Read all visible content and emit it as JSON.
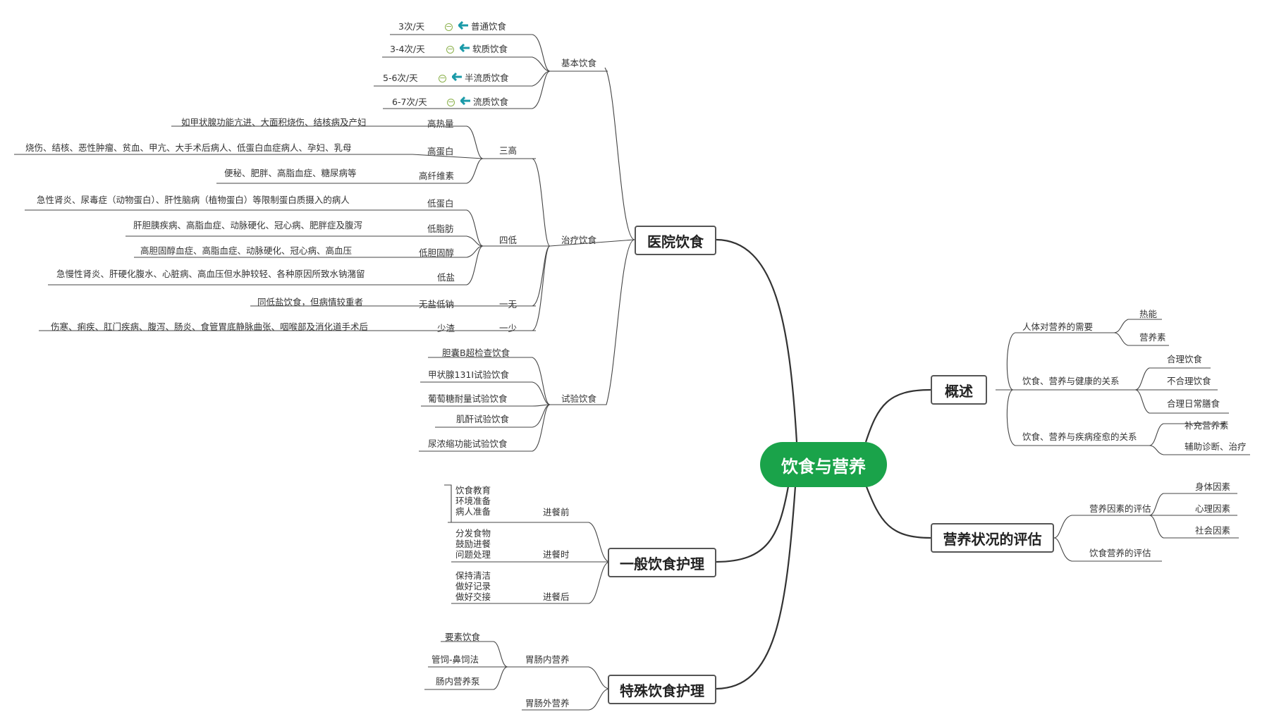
{
  "root": "饮食与营养",
  "colors": {
    "root": "#1aa34a",
    "line": "#444444",
    "arrow": "#1a9aa8",
    "minus": "#8ab04a"
  },
  "hospital": {
    "title": "医院饮食",
    "basic": {
      "label": "基本饮食",
      "items": [
        {
          "freq": "3次/天",
          "name": "普通饮食"
        },
        {
          "freq": "3-4次/天",
          "name": "软质饮食"
        },
        {
          "freq": "5-6次/天",
          "name": "半流质饮食"
        },
        {
          "freq": "6-7次/天",
          "name": "流质饮食"
        }
      ]
    },
    "therapy": {
      "label": "治疗饮食",
      "three_high": {
        "label": "三高",
        "items": [
          {
            "name": "高热量",
            "desc": "如甲状腺功能亢进、大面积烧伤、结核病及产妇"
          },
          {
            "name": "高蛋白",
            "desc": "烧伤、结核、恶性肿瘤、贫血、甲亢、大手术后病人、低蛋白血症病人、孕妇、乳母"
          },
          {
            "name": "高纤维素",
            "desc": "便秘、肥胖、高脂血症、糖尿病等"
          }
        ]
      },
      "four_low": {
        "label": "四低",
        "items": [
          {
            "name": "低蛋白",
            "desc": "急性肾炎、尿毒症（动物蛋白）、肝性脑病（植物蛋白）等限制蛋白质摄入的病人"
          },
          {
            "name": "低脂肪",
            "desc": "肝胆胰疾病、高脂血症、动脉硬化、冠心病、肥胖症及腹泻"
          },
          {
            "name": "低胆固醇",
            "desc": "高胆固醇血症、高脂血症、动脉硬化、冠心病、高血压"
          },
          {
            "name": "低盐",
            "desc": "急慢性肾炎、肝硬化腹水、心脏病、高血压但水肿较轻、各种原因所致水钠潴留"
          }
        ]
      },
      "one_none": {
        "label": "一无",
        "name": "无盐低钠",
        "desc": "同低盐饮食，但病情较重者"
      },
      "one_less": {
        "label": "一少",
        "name": "少渣",
        "desc": "伤寒、痢疾、肛门疾病、腹泻、肠炎、食管胃底静脉曲张、咽喉部及消化道手术后"
      }
    },
    "test": {
      "label": "试验饮食",
      "items": [
        "胆囊B超检查饮食",
        "甲状腺131I试验饮食",
        "葡萄糖耐量试验饮食",
        "肌酐试验饮食",
        "尿浓缩功能试验饮食"
      ]
    }
  },
  "general": {
    "title": "一般饮食护理",
    "phases": [
      {
        "label": "进餐前",
        "items": [
          "饮食教育",
          "环境准备",
          "病人准备"
        ]
      },
      {
        "label": "进餐时",
        "items": [
          "分发食物",
          "鼓励进餐",
          "问题处理"
        ]
      },
      {
        "label": "进餐后",
        "items": [
          "保持清洁",
          "做好记录",
          "做好交接"
        ]
      }
    ]
  },
  "special": {
    "title": "特殊饮食护理",
    "enteral": {
      "label": "胃肠内营养",
      "items": [
        "要素饮食",
        "管饲-鼻饲法",
        "肠内营养泵"
      ]
    },
    "parenteral": {
      "label": "胃肠外营养"
    }
  },
  "overview": {
    "title": "概述",
    "need": {
      "label": "人体对营养的需要",
      "items": [
        "热能",
        "营养素"
      ]
    },
    "health": {
      "label": "饮食、营养与健康的关系",
      "items": [
        "合理饮食",
        "不合理饮食",
        "合理日常膳食"
      ]
    },
    "disease": {
      "label": "饮食、营养与疾病痊愈的关系",
      "items": [
        "补充营养素",
        "辅助诊断、治疗"
      ]
    }
  },
  "assessment": {
    "title": "营养状况的评估",
    "factors": {
      "label": "营养因素的评估",
      "items": [
        "身体因素",
        "心理因素",
        "社会因素"
      ]
    },
    "diet": {
      "label": "饮食营养的评估"
    }
  }
}
